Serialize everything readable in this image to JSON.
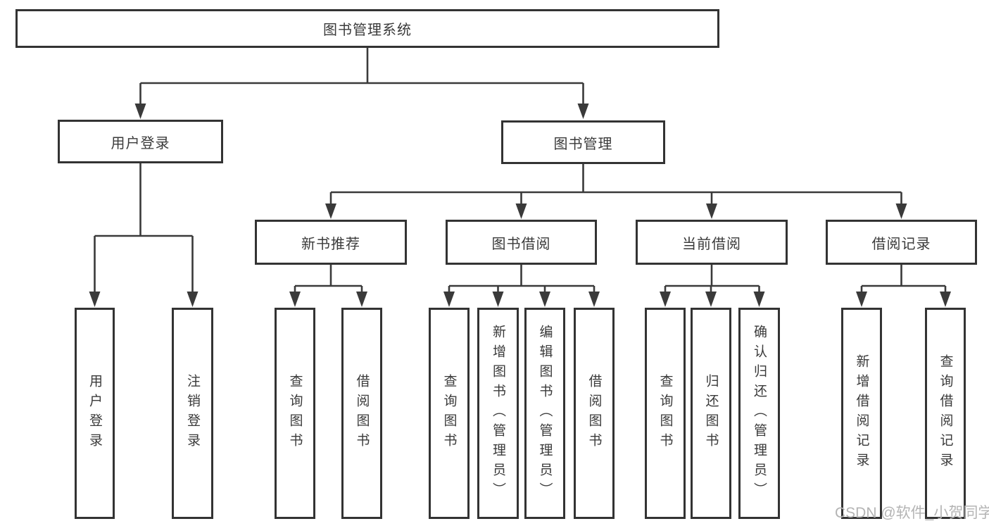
{
  "diagram": {
    "root_label": "图书管理系统",
    "level2": {
      "user_login": "用户登录",
      "book_mgmt": "图书管理"
    },
    "level3": {
      "new_book_rec": "新书推荐",
      "book_borrow": "图书借阅",
      "current_borrow": "当前借阅",
      "borrow_record": "借阅记录"
    },
    "leaves": {
      "user_login": "用户登录",
      "logout": "注销登录",
      "query_book_rec": "查询图书",
      "borrow_book_rec": "借阅图书",
      "query_book_borrow": "查询图书",
      "add_book_admin": "新增图书（管理员）",
      "edit_book_admin": "编辑图书（管理员）",
      "borrow_book_borrow": "借阅图书",
      "query_book_current": "查询图书",
      "return_book": "归还图书",
      "confirm_return_admin": "确认归还（管理员）",
      "add_borrow_record": "新增借阅记录",
      "query_borrow_record": "查询借阅记录"
    }
  },
  "watermark": "CSDN @软件_小贺同学",
  "colors": {
    "line": "#3a3a3a",
    "border": "#333333",
    "text": "#3a3a3a",
    "watermark": "#b4b4b4",
    "background": "#ffffff"
  }
}
